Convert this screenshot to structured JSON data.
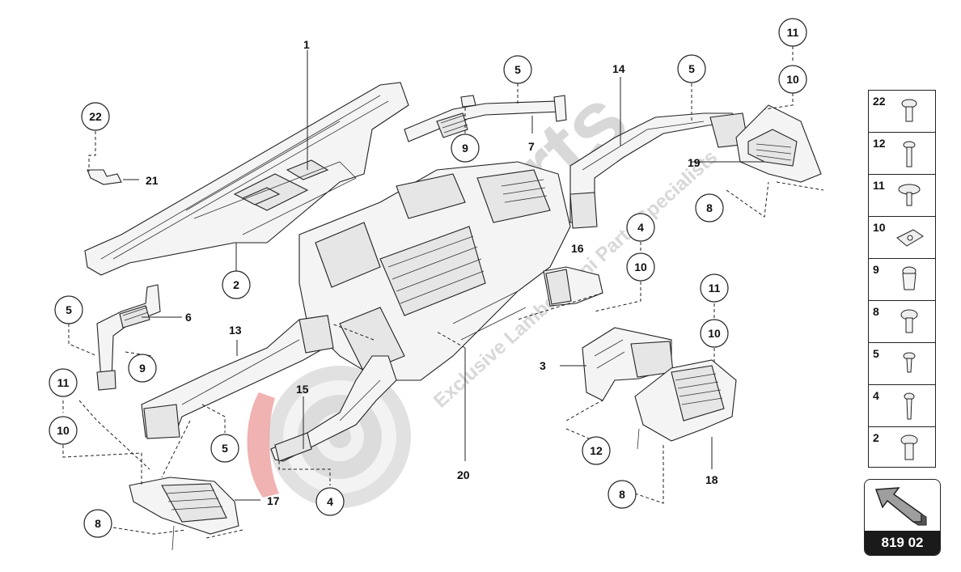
{
  "watermark": {
    "brand": "lparts",
    "tagline": "Exclusive Lamborghini Parts Specialists"
  },
  "callouts": {
    "c22": "22",
    "c21": "21",
    "c1": "1",
    "c2": "2",
    "c5a": "5",
    "c9a": "9",
    "c7": "7",
    "c14": "14",
    "c5b": "5",
    "c11a": "11",
    "c10a": "10",
    "c19": "19",
    "c8a": "8",
    "c4a": "4",
    "c10b": "10",
    "c16": "16",
    "c5c": "5",
    "c6": "6",
    "c9b": "9",
    "c13": "13",
    "c11b": "11",
    "c10c": "10",
    "c5d": "5",
    "c15": "15",
    "c4b": "4",
    "c17": "17",
    "c8b": "8",
    "c20": "20",
    "c3": "3",
    "c12": "12",
    "c11c": "11",
    "c10d": "10",
    "c18": "18",
    "c8c": "8"
  },
  "legend": {
    "items": [
      "22",
      "12",
      "11",
      "10",
      "9",
      "8",
      "5",
      "4",
      "2"
    ]
  },
  "badge": {
    "code": "819 02"
  }
}
